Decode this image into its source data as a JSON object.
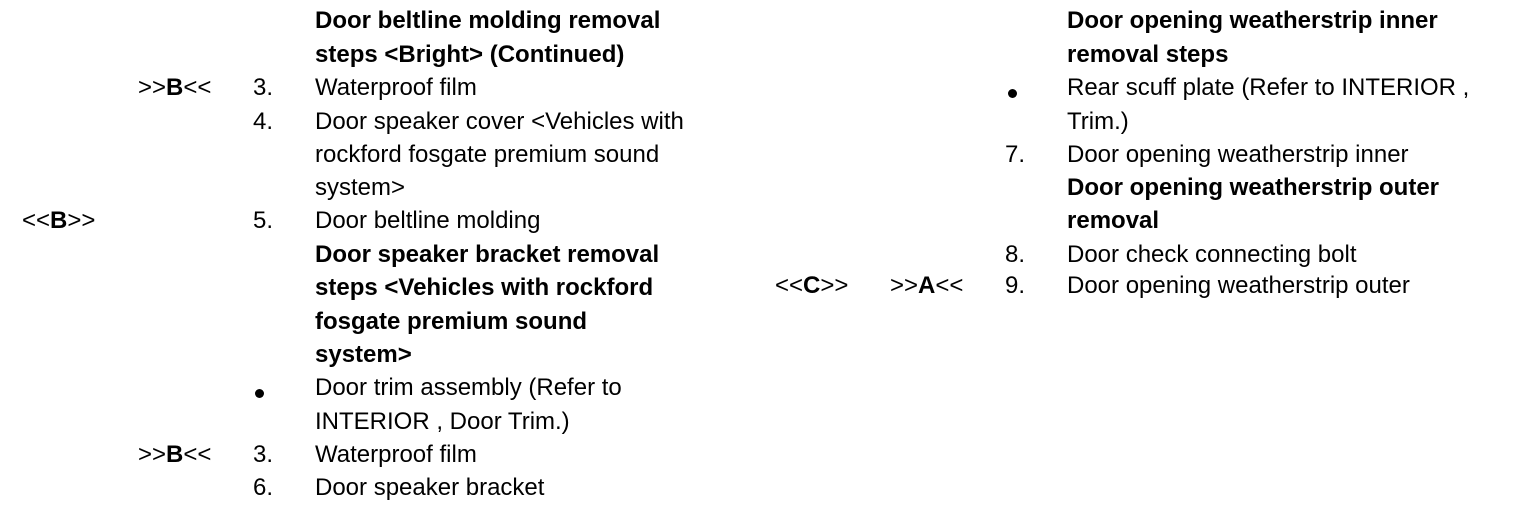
{
  "left_column": {
    "heading1": [
      "Door beltline molding removal",
      "steps <Bright> (Continued)"
    ],
    "items": [
      {
        "marker": ">>B<<",
        "num": "3.",
        "lines": [
          "Waterproof film"
        ]
      },
      {
        "num": "4.",
        "lines": [
          "Door speaker cover <Vehicles with",
          "rockford fosgate premium sound",
          "system>"
        ]
      },
      {
        "marker": "<<B>>",
        "num": "5.",
        "lines": [
          "Door beltline molding"
        ]
      }
    ],
    "heading2": [
      "Door speaker bracket removal",
      "steps <Vehicles with rockford",
      "fosgate premium sound",
      "system>"
    ],
    "bullet_item": [
      "Door trim assembly (Refer to",
      "INTERIOR , Door Trim.)"
    ],
    "items2": [
      {
        "marker": ">>B<<",
        "num": "3.",
        "lines": [
          "Waterproof film"
        ]
      },
      {
        "num": "6.",
        "lines": [
          "Door speaker bracket"
        ]
      }
    ]
  },
  "right_column": {
    "heading1": [
      "Door opening weatherstrip inner",
      "removal steps"
    ],
    "bullet_item": [
      "Rear scuff plate (Refer to INTERIOR ,",
      "Trim.)"
    ],
    "item7": {
      "num": "7.",
      "text": "Door opening weatherstrip inner"
    },
    "heading2": [
      "Door opening weatherstrip outer",
      "removal"
    ],
    "item8": {
      "num": "8.",
      "text": "Door check connecting bolt"
    },
    "item9": {
      "marker_c": "<<C>>",
      "marker_a": ">>A<<",
      "num": "9.",
      "text": "Door opening weatherstrip outer"
    }
  }
}
